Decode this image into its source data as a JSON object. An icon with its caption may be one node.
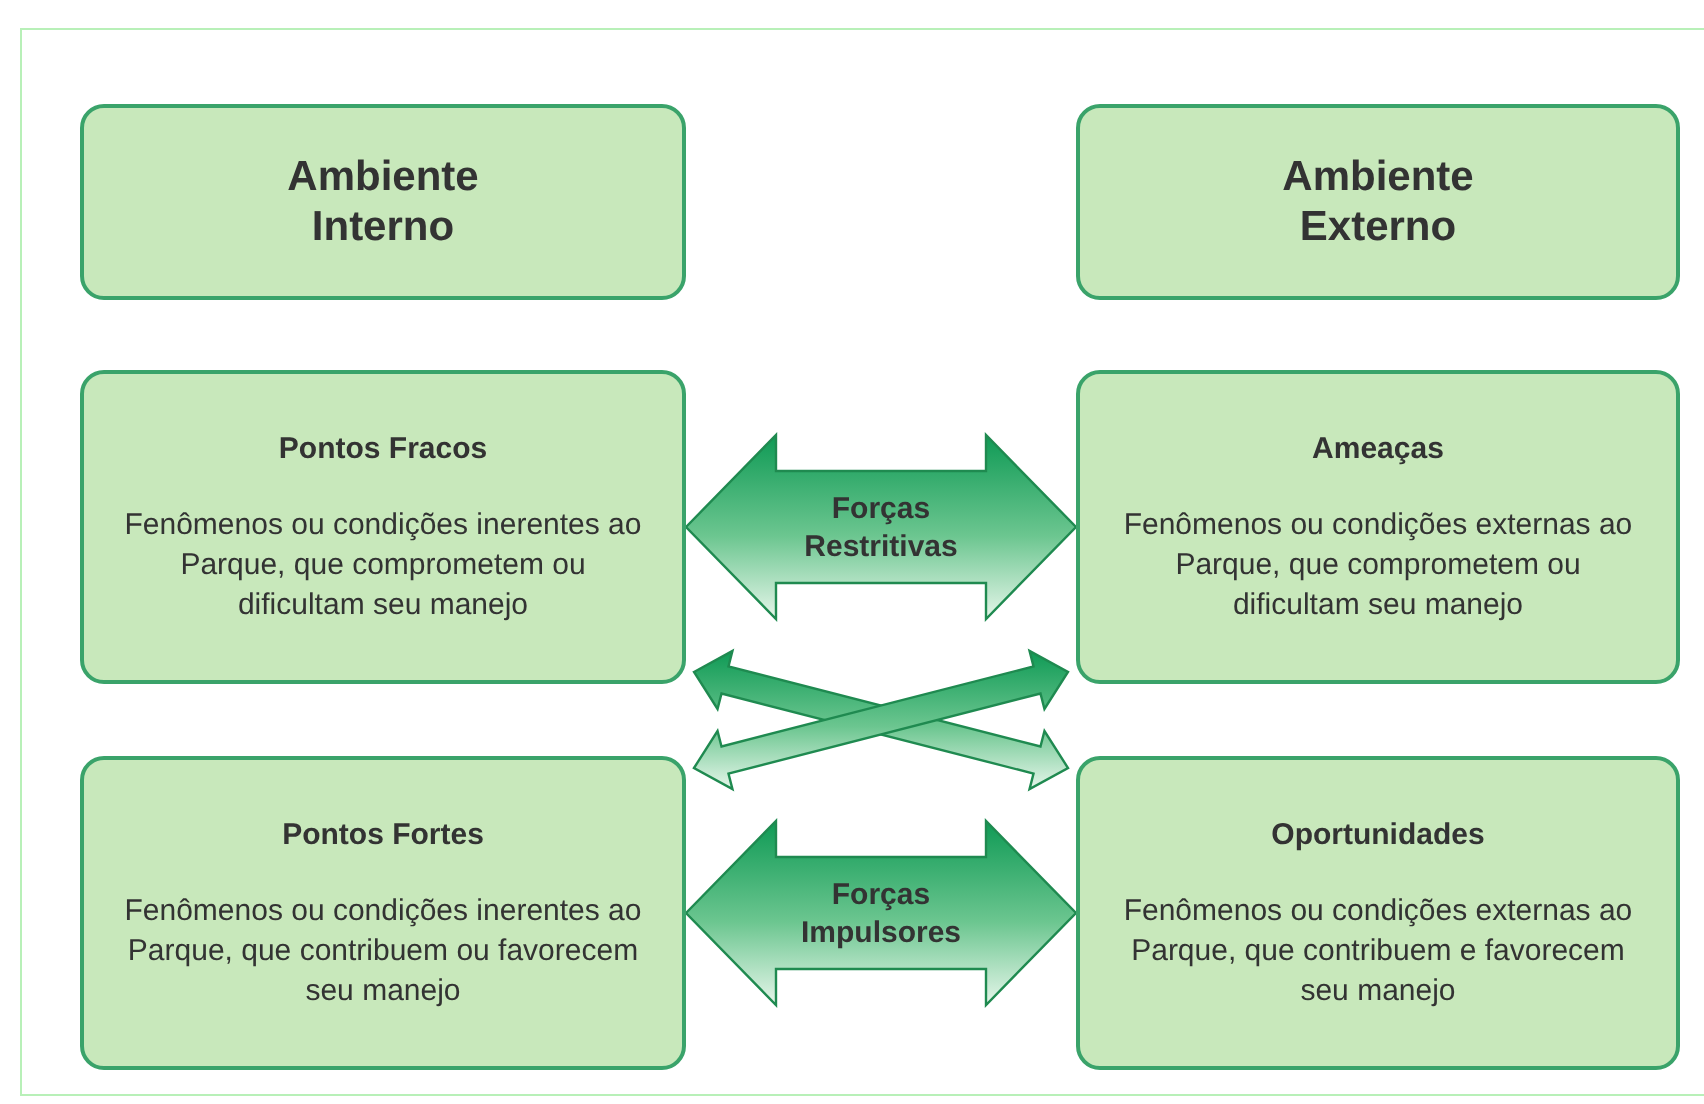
{
  "diagram": {
    "nodes": [
      {
        "text": [
          "Ambiente Interno"
        ]
      },
      {
        "text": [
          "Ambiente Externo"
        ]
      },
      {
        "text": [
          "Pontos Fracos",
          "Fenômenos ou condições inerentes ao Parque, que comprometem ou dificultam seu manejo"
        ]
      },
      {
        "text": [
          "Ameaças",
          "Fenômenos ou condições externas ao Parque, que comprometem ou dificultam seu manejo"
        ]
      },
      {
        "text": [
          "Pontos Fortes",
          "Fenômenos ou condições inerentes ao Parque, que contribuem ou favorecem seu manejo"
        ]
      },
      {
        "text": [
          "Oportunidades",
          "Fenômenos ou condições externas ao Parque, que contribuem e favorecem seu manejo"
        ]
      }
    ],
    "edges": [
      {
        "from": 2,
        "to": 3,
        "arrow": "both",
        "label": "Forças Restritivas",
        "style": "thick"
      },
      {
        "from": 2,
        "to": 5,
        "arrow": "both",
        "style": "thick"
      },
      {
        "from": 4,
        "to": 3,
        "arrow": "both",
        "style": "thick"
      },
      {
        "from": 4,
        "to": 5,
        "arrow": "both",
        "label": "Forças Impulsores",
        "style": "thick"
      }
    ]
  }
}
